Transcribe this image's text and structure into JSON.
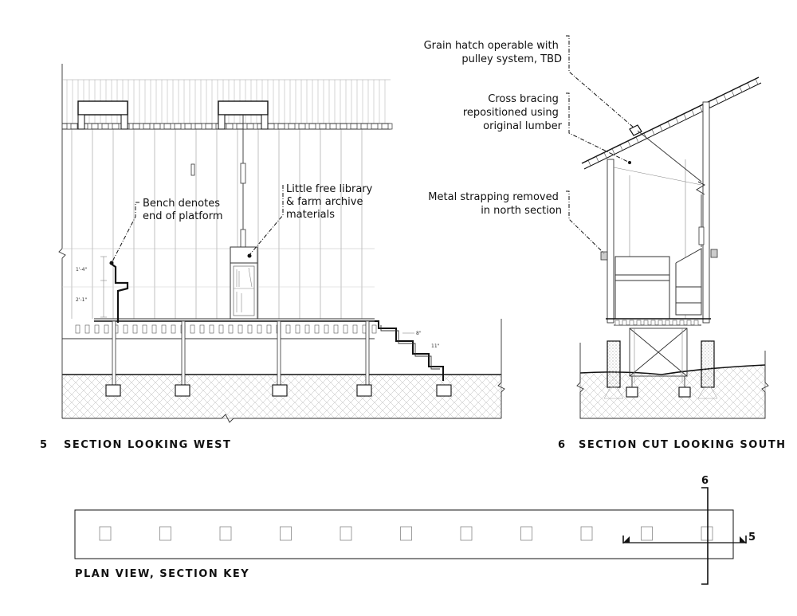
{
  "sections": {
    "west": {
      "number": "5",
      "title": "SECTION LOOKING WEST",
      "notes": {
        "bench": [
          "Bench denotes",
          "end of platform"
        ],
        "library": [
          "Little free library",
          "& farm archive",
          "materials"
        ]
      },
      "dimensions": {
        "bench_upper": "1'-4\"",
        "bench_lower": "2'-1\"",
        "step_rise": "8\"",
        "step_run": "11\""
      }
    },
    "south": {
      "number": "6",
      "title": "SECTION CUT LOOKING SOUTH",
      "notes": {
        "hatch": [
          "Grain hatch operable with",
          "pulley system, TBD"
        ],
        "bracing": [
          "Cross bracing",
          "repositioned using",
          "original lumber"
        ],
        "strapping": [
          "Metal strapping removed",
          "in north section"
        ]
      }
    }
  },
  "plan": {
    "title": "PLAN VIEW, SECTION KEY",
    "cut_marks": {
      "south": "6",
      "west": "5"
    }
  }
}
